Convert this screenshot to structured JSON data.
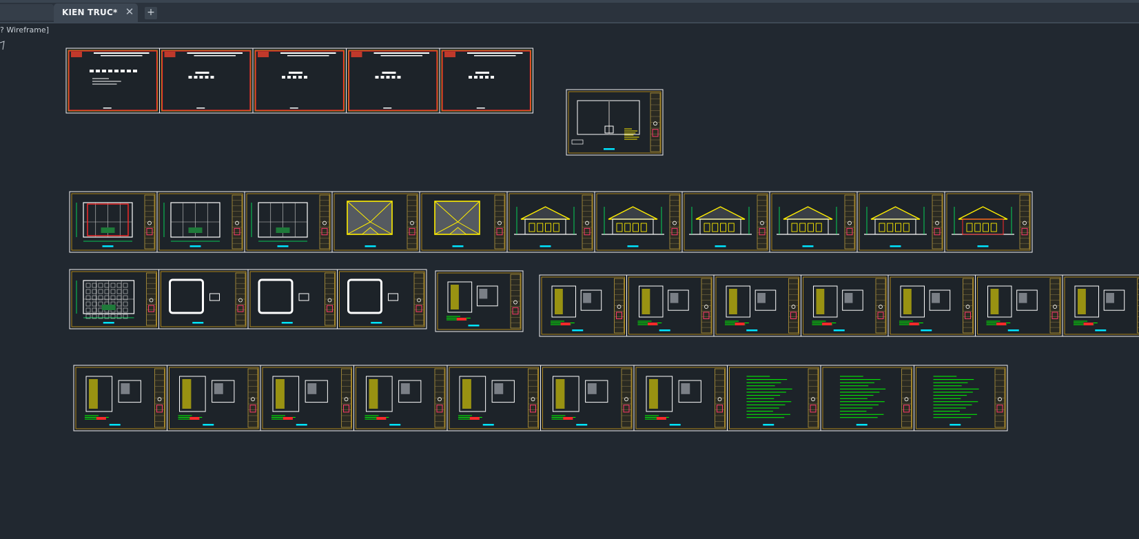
{
  "tabs": {
    "active_label": "KIEN TRUC*",
    "close_symbol": "✕",
    "add_symbol": "+"
  },
  "viewport": {
    "visual_style_label": "? Wireframe]"
  },
  "colors": {
    "background": "#212830",
    "sheet_frame": "#f2f2f2",
    "sheet_border": "#d4a017",
    "drawing_yellow": "#ffee00",
    "annotation_green": "#00ff00",
    "label_cyan": "#00e5ff",
    "accent_red": "#ff2a2a",
    "title_block": "#b89a3a"
  },
  "layout_sheets": {
    "row_1_cover": [
      "cover",
      "index",
      "index",
      "index",
      "index"
    ],
    "row_1_site": [
      "site-plan"
    ],
    "row_2_architecture": [
      "site",
      "floor-plan",
      "floor-plan",
      "roof-plan",
      "roof-plan",
      "elevation",
      "elevation",
      "elevation",
      "elevation",
      "elevation",
      "section"
    ],
    "row_3_foundation": [
      "foundation",
      "column",
      "column",
      "column"
    ],
    "row_3_detail": [
      "detail",
      "detail",
      "detail",
      "detail",
      "detail",
      "detail",
      "detail"
    ],
    "row_4_detail": [
      "detail",
      "detail",
      "detail",
      "detail",
      "detail",
      "detail",
      "detail",
      "notes",
      "notes",
      "notes"
    ]
  }
}
